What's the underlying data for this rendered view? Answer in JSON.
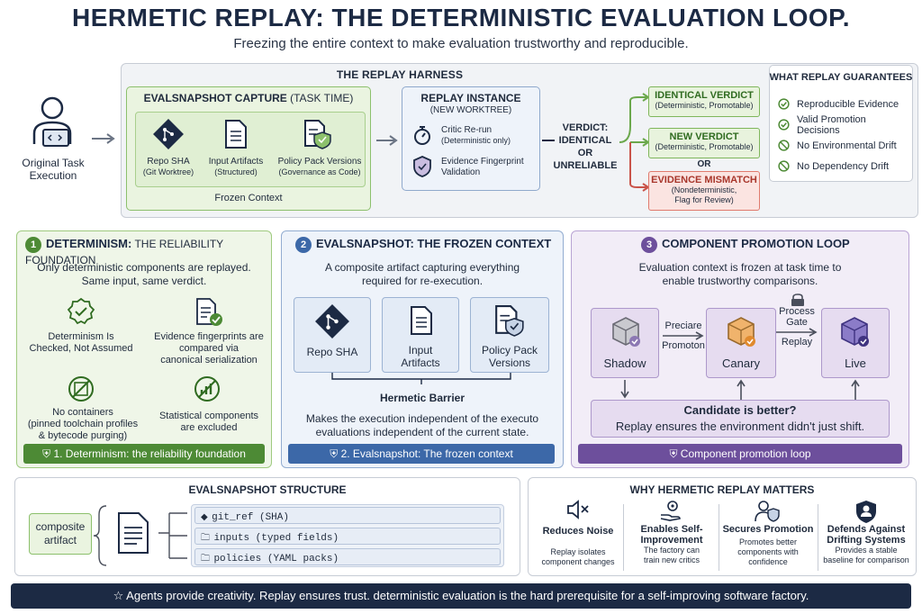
{
  "header": {
    "title": "HERMETIC REPLAY: THE DETERMINISTIC EVALUATION LOOP.",
    "subtitle": "Freezing the entire context to make evaluation trustworthy and reproducible."
  },
  "origin": {
    "label_line1": "Original Task",
    "label_line2": "Execution"
  },
  "harness": {
    "title": "THE REPLAY HARNESS",
    "capture": {
      "title_bold": "EVALSNAPSHOT CAPTURE",
      "title_rest": " (TASK TIME)",
      "items": [
        {
          "label": "Repo SHA",
          "sub": "(Git Worktree)"
        },
        {
          "label": "Input Artifacts",
          "sub": "(Structured)"
        },
        {
          "label": "Policy Pack Versions",
          "sub": "(Governance as Code)"
        }
      ],
      "footer": "Frozen Context"
    },
    "instance": {
      "title": "REPLAY INSTANCE",
      "sub": "(NEW WORKTREE)",
      "items": [
        {
          "label": "Critic Re-run",
          "sub": "(Deterministic only)"
        },
        {
          "label": "Evidence Fingerprint",
          "sub": "Validation"
        }
      ]
    },
    "verdict_label": {
      "l1": "VERDICT:",
      "l2": "IDENTICAL OR",
      "l3": "UNRELIABLE"
    },
    "verdicts": [
      {
        "title": "IDENTICAL VERDICT",
        "sub": "(Deterministic, Promotable)",
        "kind": "green"
      },
      {
        "title": "NEW VERDICT",
        "sub": "(Deterministic, Promotable)",
        "kind": "green"
      },
      {
        "title": "EVIDENCE MISMATCH",
        "sub": "(Nondeterministic,",
        "sub2": "Flag for Review)",
        "kind": "red"
      }
    ],
    "or_label": "OR"
  },
  "guarantees": {
    "title": "WHAT REPLAY GUARANTEES",
    "items": [
      {
        "label": "Reproducible Evidence",
        "icon": "check-circle-icon"
      },
      {
        "label": "Valid Promotion Decisions",
        "icon": "check-circle-icon"
      },
      {
        "label": "No Environmental Drift",
        "icon": "no-entry-icon"
      },
      {
        "label": "No Dependency Drift",
        "icon": "no-entry-icon"
      }
    ]
  },
  "panel1": {
    "num": "1",
    "title_bold": "DETERMINISM:",
    "title_rest": " THE RELIABILITY FOUNDATION",
    "intro1": "Only deterministic components are replayed.",
    "intro2": "Same input, same verdict.",
    "items": [
      {
        "l1": "Determinism Is",
        "l2": "Checked, Not Assumed",
        "l3": ""
      },
      {
        "l1": "Evidence fingerprints are",
        "l2": "compared via",
        "l3": "canonical serialization"
      },
      {
        "l1": "No containers",
        "l2": "(pinned toolchain profiles",
        "l3": "& bytecode purging)"
      },
      {
        "l1": "Statistical components",
        "l2": "are excluded",
        "l3": ""
      }
    ],
    "footer": "1. Determinism: the reliability foundation",
    "color": "#4d8a35"
  },
  "panel2": {
    "num": "2",
    "title": "EVALSNAPSHOT: THE FROZEN CONTEXT",
    "intro1": "A composite artifact capturing everything",
    "intro2": "required for re-execution.",
    "cards": [
      {
        "l1": "Repo SHA",
        "l2": ""
      },
      {
        "l1": "Input",
        "l2": "Artifacts"
      },
      {
        "l1": "Policy Pack",
        "l2": "Versions"
      }
    ],
    "barrier": "Hermetic Barrier",
    "outro1": "Makes the execution independent of the executo",
    "outro2": "evaluations independent of the current state.",
    "footer": "2. Evalsnapshot: The frozen context",
    "color": "#3c68a8"
  },
  "panel3": {
    "num": "3",
    "title": "COMPONENT PROMOTION LOOP",
    "intro1": "Evaluation context is frozen at task time to",
    "intro2": "enable trustworthy comparisons.",
    "stages": [
      "Shadow",
      "Canary",
      "Live"
    ],
    "arrow1_top": "Preciare",
    "arrow1_bottom": "Promoton",
    "gate1": "Process",
    "gate2": "Gate",
    "arrow2_bottom": "Replay",
    "candidate_title": "Candidate is better?",
    "candidate_sub": "Replay ensures the environment didn't just shift.",
    "footer": "Component promotion loop",
    "color": "#6d4f9c"
  },
  "structure": {
    "title": "EVALSNAPSHOT STRUCTURE",
    "root1": "composite",
    "root2": "artifact",
    "fields": [
      {
        "text": "git_ref (SHA)",
        "icon": "git-icon"
      },
      {
        "text": "inputs (typed fields)",
        "icon": "folder-icon"
      },
      {
        "text": "policies (YAML packs)",
        "icon": "folder-icon"
      }
    ]
  },
  "why": {
    "title": "WHY HERMETIC REPLAY MATTERS",
    "items": [
      {
        "t1": "Reduces Noise",
        "t2": "",
        "d1": "Replay isolates",
        "d2": "component changes",
        "d3": "",
        "icon": "mute-icon"
      },
      {
        "t1": "Enables Self-",
        "t2": "Improvement",
        "d1": "The factory can",
        "d2": "train new critics",
        "d3": "",
        "icon": "hand-gear-icon"
      },
      {
        "t1": "Secures Promotion",
        "t2": "",
        "d1": "Promotes better",
        "d2": "components with",
        "d3": "confidence",
        "icon": "user-shield-icon"
      },
      {
        "t1": "Defends Against",
        "t2": "Drifting Systems",
        "d1": "Provides a stable",
        "d2": "baseline for comparison",
        "d3": "",
        "icon": "shield-user-icon"
      }
    ]
  },
  "bottom_bar": "Agents provide creativity. Replay ensures trust. deterministic evaluation is the hard prerequisite for a self-improving software factory.",
  "colors": {
    "navy": "#1c2a44",
    "green": "#7fb65b",
    "blue": "#3c68a8",
    "purple": "#6d4f9c",
    "red": "#e07a6d"
  }
}
